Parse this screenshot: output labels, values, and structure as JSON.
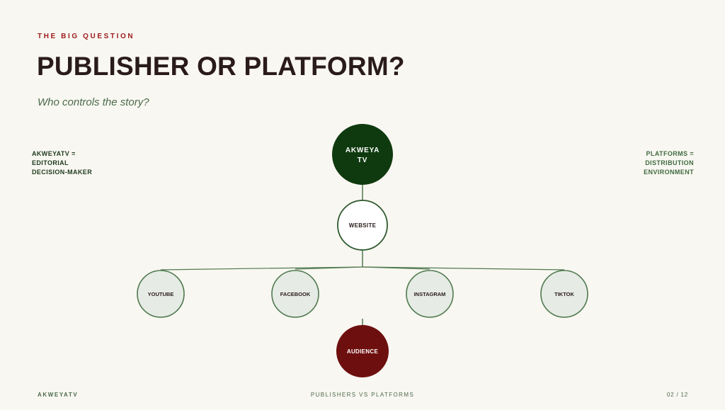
{
  "header": {
    "eyebrow": "THE BIG QUESTION",
    "title": "PUBLISHER OR PLATFORM?",
    "subtitle": "Who controls the story?"
  },
  "side_labels": {
    "left": [
      "AKWEYATV =",
      "EDITORIAL",
      "DECISION-MAKER"
    ],
    "right": [
      "PLATFORMS =",
      "DISTRIBUTION",
      "ENVIRONMENT"
    ]
  },
  "diagram": {
    "root": {
      "label_lines": [
        "AKWEYA",
        "TV"
      ]
    },
    "hub": {
      "label": "WEBSITE"
    },
    "platforms": [
      "YOUTUBE",
      "FACEBOOK",
      "INSTAGRAM",
      "TIKTOK"
    ],
    "audience": {
      "label": "AUDIENCE"
    }
  },
  "colors": {
    "root_fill": "#0f3a0f",
    "hub_fill": "#ffffff",
    "platform_fill": "#e6ebe5",
    "node_stroke": "#4f7a4f",
    "audience_fill": "#6e0f0f",
    "accent_red": "#9c1b1b"
  },
  "footer": {
    "left": "AKWEYATV",
    "center": "PUBLISHERS VS PLATFORMS",
    "right": "02 / 12"
  }
}
